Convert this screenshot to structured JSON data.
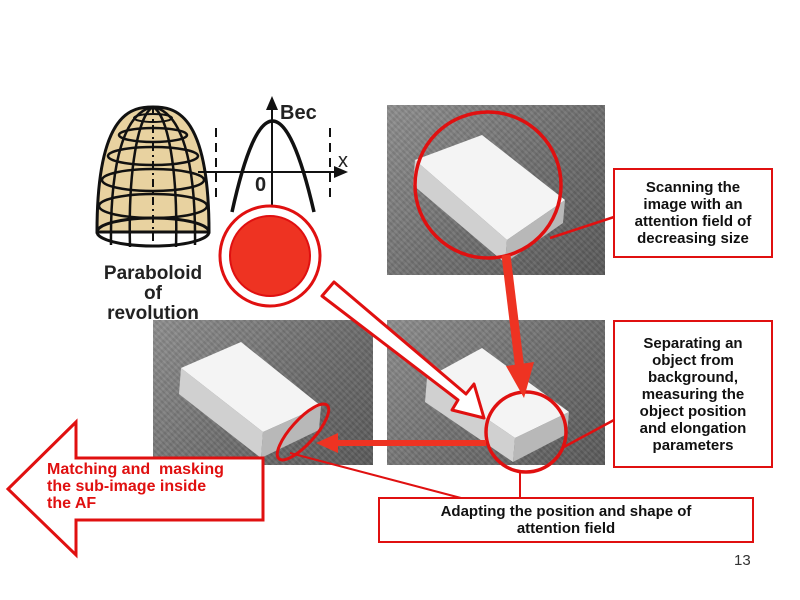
{
  "diagram": {
    "paraboloid_label_lines": [
      "Paraboloid",
      "of",
      "revolution"
    ],
    "axis_y_label": "Bec",
    "axis_x_label": "x",
    "axis_zero_label": "0"
  },
  "callouts": {
    "scanning_lines": [
      "Scanning the",
      "image with an",
      "attention field of",
      "decreasing size"
    ],
    "separating_lines": [
      "Separating an",
      "object from",
      "background,",
      "measuring the",
      "object position",
      "and elongation",
      "parameters"
    ],
    "adapting_lines": [
      "Adapting the position and shape of",
      "attention field"
    ],
    "matching_lines": [
      "Matching and  masking",
      "the sub-image inside",
      "the AF"
    ]
  },
  "page_number": "13",
  "colors": {
    "accent_red": "#e01010",
    "arrow_red": "#ee3322",
    "paraboloid_fill": "#e8d2a0",
    "grid_dark": "#111111"
  }
}
